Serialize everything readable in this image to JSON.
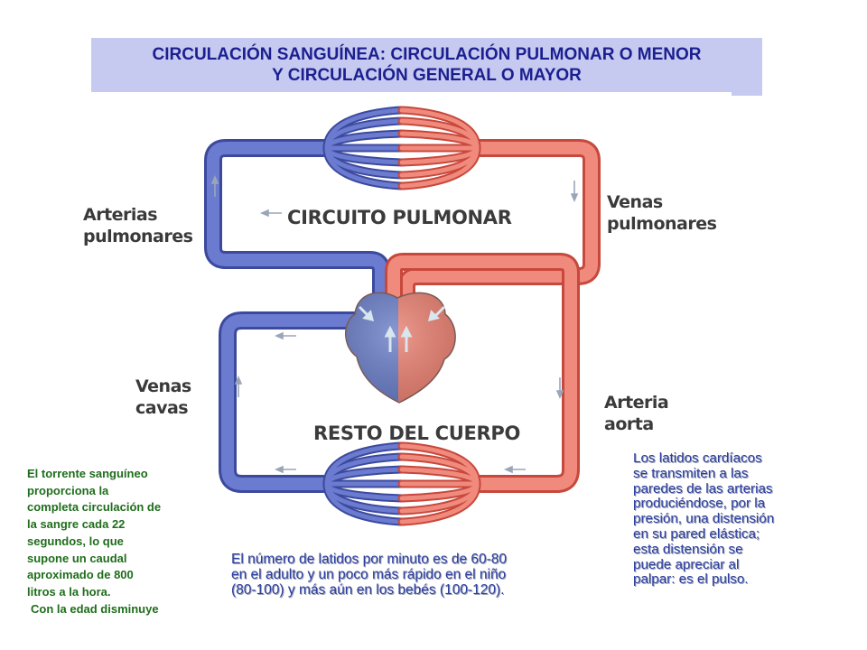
{
  "title": {
    "line1": "CIRCULACIÓN SANGUÍNEA: CIRCULACIÓN PULMONAR O MENOR",
    "line2": "Y CIRCULACIÓN GENERAL O MAYOR"
  },
  "diagram": {
    "circuit_top": "CIRCUITO PULMONAR",
    "circuit_bottom": "RESTO DEL CUERPO",
    "arterias_pulmonares": [
      "Arterias",
      "pulmonares"
    ],
    "venas_pulmonares": [
      "Venas",
      "pulmonares"
    ],
    "venas_cavas": [
      "Venas",
      "cavas"
    ],
    "arteria_aorta": [
      "Arteria",
      "aorta"
    ],
    "colors": {
      "venous_blue": "#5566bb",
      "arterial_red": "#ee7062",
      "heart_red": "#e87a6b",
      "heart_blue": "#6277c4"
    }
  },
  "notes": {
    "left": [
      "El torrente sanguíneo",
      "proporciona la",
      "completa circulación de",
      "la sangre cada 22",
      "segundos, lo que",
      "supone un caudal",
      "aproximado de 800",
      "litros a la hora.",
      "Con la edad disminuye"
    ],
    "bottom": [
      "El  número de latidos por minuto es de 60-80",
      "en el adulto y un poco más rápido en el niño",
      "(80-100) y más aún en los bebés (100-120)."
    ],
    "right": [
      "Los latidos cardíacos",
      "se transmiten a las",
      "paredes de las arterias",
      "produciéndose, por la",
      "presión, una distensión",
      "en su pared elástica;",
      "esta distensión se",
      "puede apreciar al",
      "palpar: es el pulso."
    ]
  }
}
